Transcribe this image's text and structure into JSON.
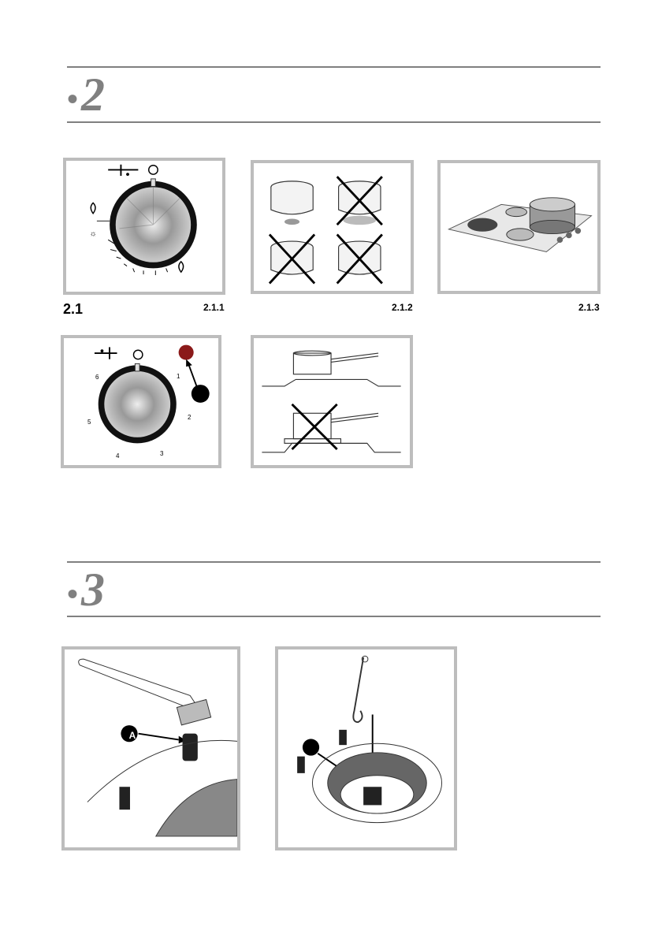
{
  "sections": [
    {
      "number": "2"
    },
    {
      "number": "3"
    }
  ],
  "section_dot": "•",
  "figures": {
    "main_label": "2.1",
    "fig_211": "2.1.1",
    "fig_212": "2.1.2",
    "fig_213": "2.1.3",
    "dial_numbers": [
      "1",
      "2",
      "3",
      "4",
      "5",
      "6"
    ],
    "callout_a": "A"
  },
  "colors": {
    "frame_border": "#bdbdbd",
    "rule": "#808080",
    "indicator_light": "#8b1a1a"
  }
}
